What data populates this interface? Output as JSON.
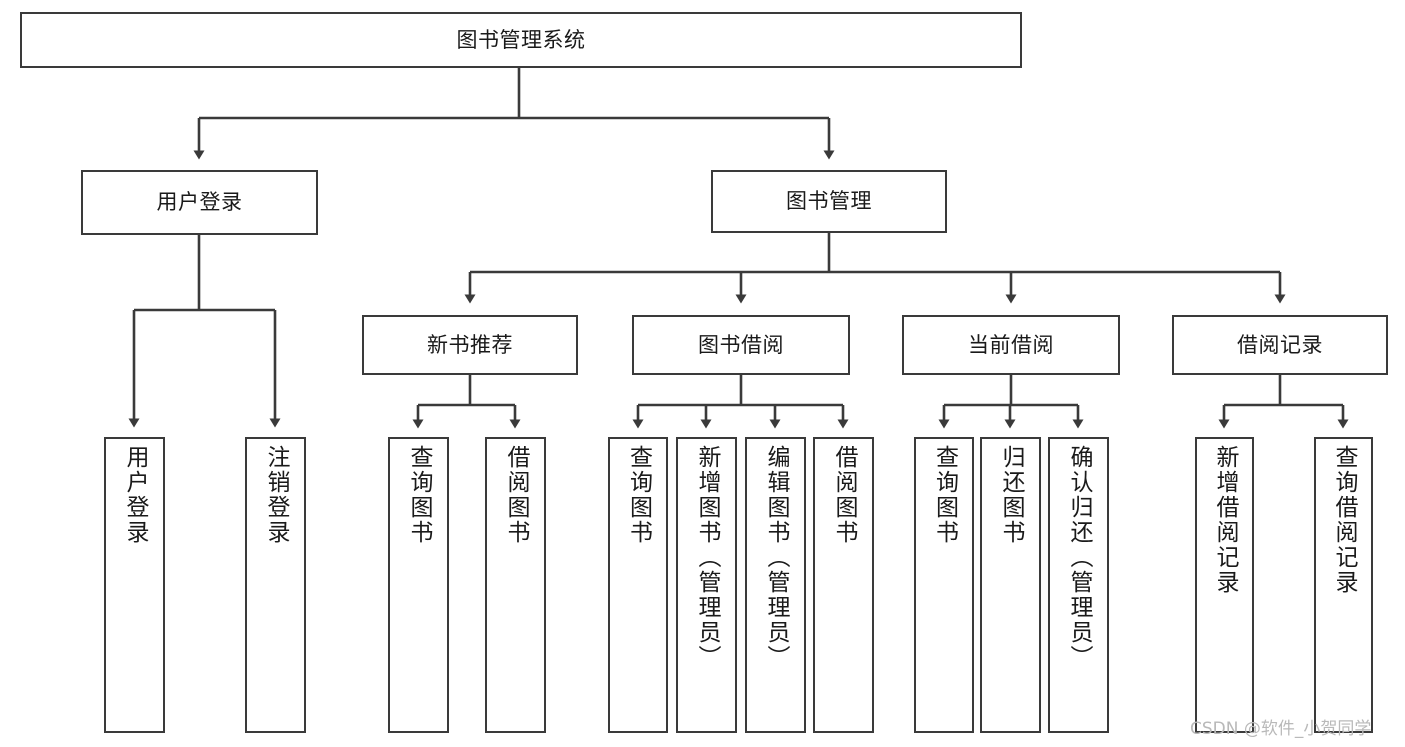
{
  "diagram": {
    "type": "hierarchy-tree",
    "title": "图书管理系统",
    "root": {
      "label": "图书管理系统"
    },
    "level2": [
      {
        "label": "用户登录"
      },
      {
        "label": "图书管理"
      }
    ],
    "level3": [
      {
        "label": "新书推荐"
      },
      {
        "label": "图书借阅"
      },
      {
        "label": "当前借阅"
      },
      {
        "label": "借阅记录"
      }
    ],
    "leaves": {
      "user_login": [
        {
          "label": "用户登录"
        },
        {
          "label": "注销登录"
        }
      ],
      "new_book_recommend": [
        {
          "label": "查询图书"
        },
        {
          "label": "借阅图书"
        }
      ],
      "book_borrow": [
        {
          "label": "查询图书"
        },
        {
          "label": "新增图书（管理员）"
        },
        {
          "label": "编辑图书（管理员）"
        },
        {
          "label": "借阅图书"
        }
      ],
      "current_borrow": [
        {
          "label": "查询图书"
        },
        {
          "label": "归还图书"
        },
        {
          "label": "确认归还（管理员）"
        }
      ],
      "borrow_record": [
        {
          "label": "新增借阅记录"
        },
        {
          "label": "查询借阅记录"
        }
      ]
    }
  },
  "watermark": {
    "text": "CSDN @软件_小贺同学"
  },
  "colors": {
    "stroke": "#3a3a3a",
    "fill": "#ffffff",
    "text": "#1a1a1a",
    "watermark": "#b9b9b9"
  }
}
